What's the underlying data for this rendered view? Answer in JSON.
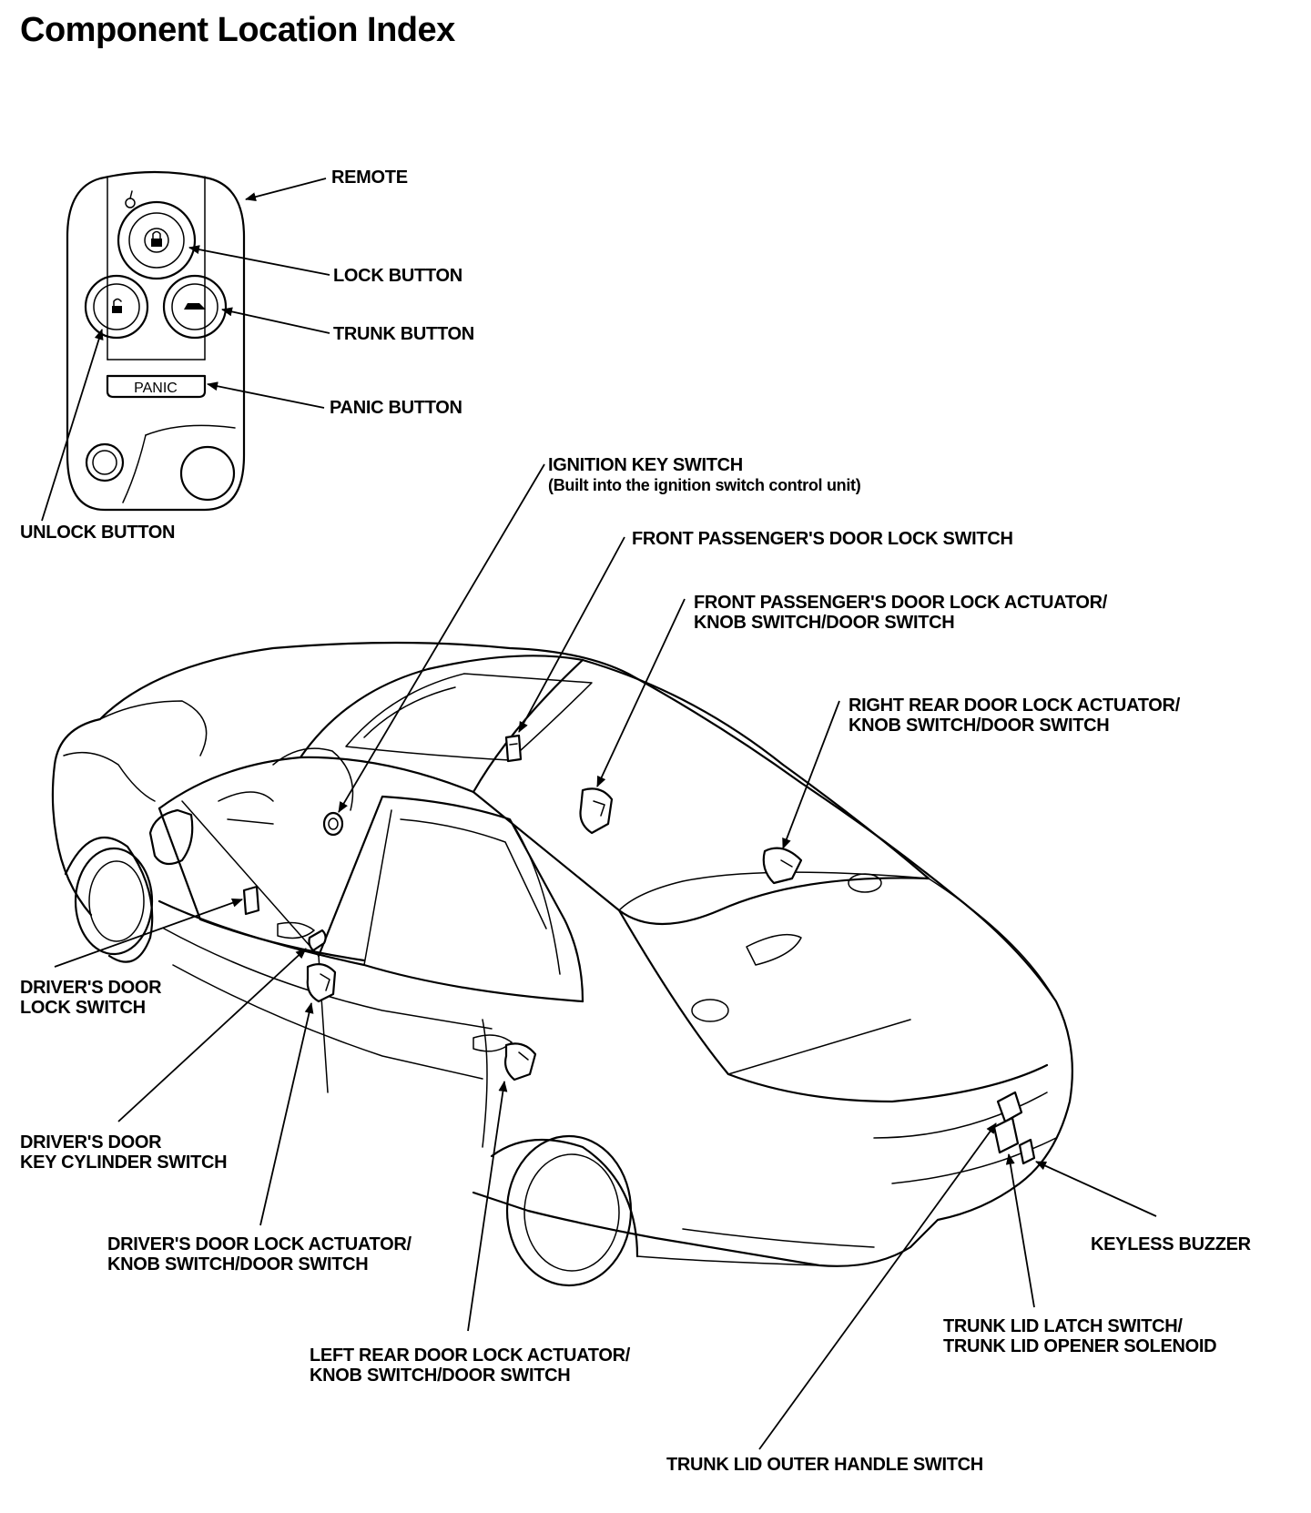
{
  "title": "Component Location Index",
  "remote": {
    "panic_text": "PANIC"
  },
  "labels": {
    "remote": "REMOTE",
    "lock_button": "LOCK BUTTON",
    "trunk_button": "TRUNK BUTTON",
    "panic_button": "PANIC BUTTON",
    "unlock_button": "UNLOCK BUTTON",
    "ignition_key_switch": {
      "line1": "IGNITION KEY SWITCH",
      "line2": "(Built into the ignition switch control unit)"
    },
    "front_passenger_door_lock_switch": "FRONT PASSENGER'S DOOR LOCK SWITCH",
    "front_passenger_door_lock_actuator": {
      "line1": "FRONT PASSENGER'S DOOR LOCK ACTUATOR/",
      "line2": "KNOB SWITCH/DOOR SWITCH"
    },
    "right_rear_door_lock_actuator": {
      "line1": "RIGHT REAR DOOR LOCK ACTUATOR/",
      "line2": "KNOB SWITCH/DOOR SWITCH"
    },
    "drivers_door_lock_switch": {
      "line1": "DRIVER'S DOOR",
      "line2": "LOCK SWITCH"
    },
    "drivers_door_key_cylinder_switch": {
      "line1": "DRIVER'S DOOR",
      "line2": "KEY CYLINDER SWITCH"
    },
    "drivers_door_lock_actuator": {
      "line1": "DRIVER'S DOOR LOCK ACTUATOR/",
      "line2": "KNOB SWITCH/DOOR SWITCH"
    },
    "left_rear_door_lock_actuator": {
      "line1": "LEFT REAR DOOR LOCK ACTUATOR/",
      "line2": "KNOB SWITCH/DOOR SWITCH"
    },
    "keyless_buzzer": "KEYLESS BUZZER",
    "trunk_lid_latch_switch": {
      "line1": "TRUNK LID LATCH SWITCH/",
      "line2": "TRUNK LID OPENER SOLENOID"
    },
    "trunk_lid_outer_handle_switch": "TRUNK LID OUTER HANDLE SWITCH"
  }
}
